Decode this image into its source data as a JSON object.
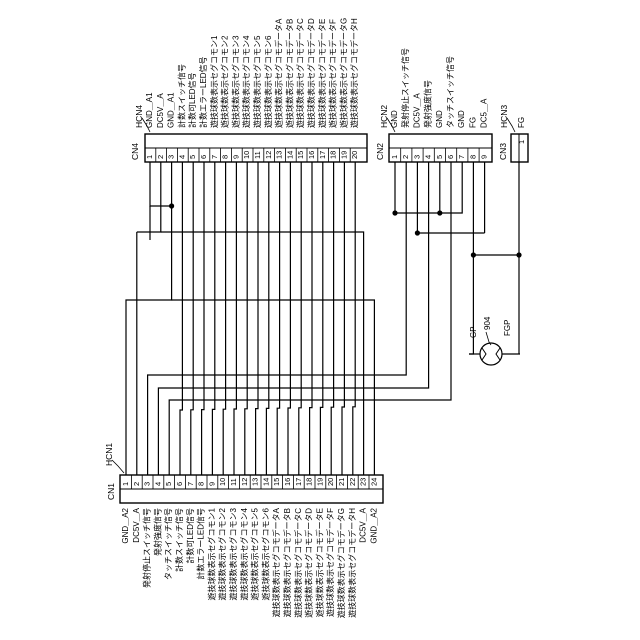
{
  "connectors": {
    "hcn4": {
      "ref": "HCN4",
      "cn": "CN4",
      "pins": [
        "1",
        "2",
        "3",
        "4",
        "5",
        "6",
        "7",
        "8",
        "9",
        "10",
        "11",
        "12",
        "13",
        "14",
        "15",
        "16",
        "17",
        "18",
        "19",
        "20"
      ],
      "signals": [
        "",
        "GND＿A1",
        "DC5V＿A",
        "GND＿A1",
        "計数スイッチ信号",
        "計数可LED信号",
        "計数エラーLED信号",
        "遊技球数表示セグコモン1",
        "遊技球数表示セグコモン2",
        "遊技球数表示セグコモン3",
        "遊技球数表示セグコモン4",
        "遊技球数表示セグコモン5",
        "遊技球数表示セグコモン6",
        "遊技球数表示セグコモデータA",
        "遊技球数表示セグコモデータB",
        "遊技球数表示セグコモデータC",
        "遊技球数表示セグコモデータD",
        "遊技球数表示セグコモデータE",
        "遊技球数表示セグコモデータF",
        "遊技球数表示セグコモデータG",
        "遊技球数表示セグコモデータH"
      ]
    },
    "hcn2": {
      "ref": "HCN2",
      "cn": "CN2",
      "pins": [
        "1",
        "2",
        "3",
        "4",
        "5",
        "6",
        "7",
        "8",
        "9"
      ],
      "signals": [
        "GND",
        "発射停止スイッチ信号",
        "DC5V＿A",
        "発射強度信号",
        "GND",
        "タッチスイッチ信号",
        "GND",
        "FG",
        "DC5＿A"
      ]
    },
    "hcn3": {
      "ref": "HCN3",
      "cn": "CN3",
      "pins": [
        "1"
      ],
      "signals": [
        "FG"
      ]
    },
    "hcn1": {
      "ref": "HCN1",
      "cn": "CN1",
      "pins": [
        "1",
        "2",
        "3",
        "4",
        "5",
        "6",
        "7",
        "8",
        "9",
        "10",
        "11",
        "12",
        "13",
        "14",
        "15",
        "16",
        "17",
        "18",
        "19",
        "20",
        "21",
        "22",
        "23",
        "24"
      ],
      "signals": [
        "GND＿A2",
        "DC5V＿A",
        "発射停止スイッチ信号",
        "発射強度信号",
        "タッチスイッチ信号",
        "計数スイッチ信号",
        "計数可LED信号",
        "計数エラーLED信号",
        "遊技球数表示セグコモン1",
        "遊技球数表示セグコモン2",
        "遊技球数表示セグコモン3",
        "遊技球数表示セグコモン4",
        "遊技球数表示セグコモン5",
        "遊技球数表示セグコモン6",
        "遊技球数表示セグコモデータA",
        "遊技球数表示セグコモデータB",
        "遊技球数表示セグコモデータC",
        "遊技球数表示セグコモデータD",
        "遊技球数表示セグコモデータE",
        "遊技球数表示セグコモデータF",
        "遊技球数表示セグコモデータG",
        "遊技球数表示セグコモデータH",
        "DC5V＿A",
        "GND＿A2"
      ]
    }
  },
  "motor": {
    "ref": "904",
    "gp": "GP",
    "fgp": "FGP"
  }
}
